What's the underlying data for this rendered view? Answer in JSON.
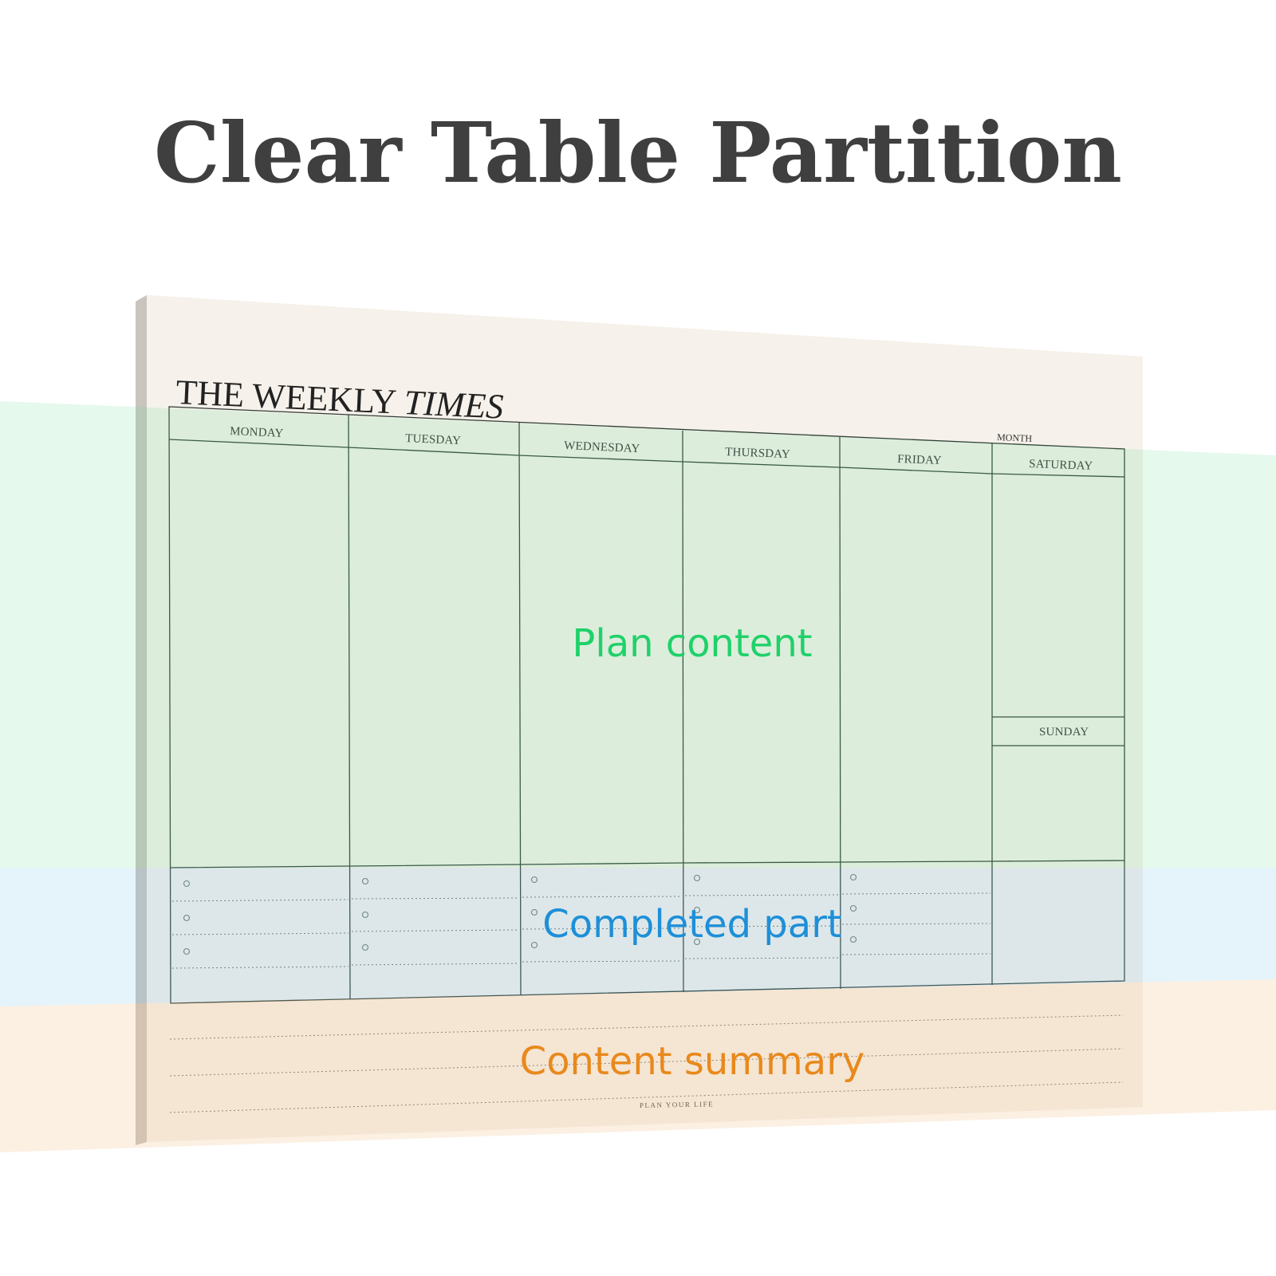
{
  "headline": "Clear Table Partition",
  "planner": {
    "brand_regular": "THE WEEKLY ",
    "brand_italic": "TIMES",
    "month_label": "MONTH",
    "footer": "PLAN YOUR LIFE",
    "days": {
      "monday": "MONDAY",
      "tuesday": "TUESDAY",
      "wednesday": "WEDNESDAY",
      "thursday": "THURSDAY",
      "friday": "FRIDAY",
      "saturday": "SATURDAY",
      "sunday": "SUNDAY"
    }
  },
  "zones": {
    "plan": {
      "label": "Plan content",
      "color": "#1fd16a"
    },
    "completed": {
      "label": "Completed part",
      "color": "#1e8fd8"
    },
    "summary": {
      "label": "Content summary",
      "color": "#e8891c"
    }
  },
  "colors": {
    "paper": "#f6f1ea",
    "plan_tint": "#cdeedc",
    "completed_tint": "#cfe6f2",
    "summary_tint": "#f6dfc4"
  }
}
